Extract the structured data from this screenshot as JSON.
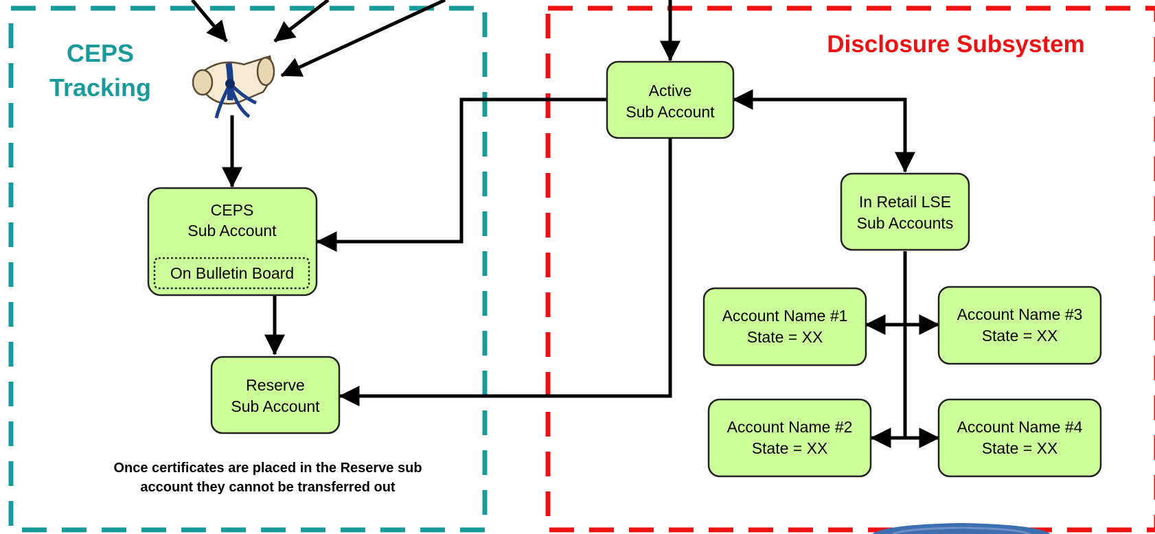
{
  "regions": {
    "ceps_tracking": {
      "title_line1": "CEPS",
      "title_line2": "Tracking",
      "color": "#1a9b9b"
    },
    "disclosure": {
      "title": "Disclosure Subsystem",
      "color": "#ee1111"
    }
  },
  "nodes": {
    "active": {
      "line1": "Active",
      "line2": "Sub Account"
    },
    "ceps": {
      "line1": "CEPS",
      "line2": "Sub Account",
      "badge": "On Bulletin Board"
    },
    "reserve": {
      "line1": "Reserve",
      "line2": "Sub Account"
    },
    "retail": {
      "line1": "In Retail LSE",
      "line2": "Sub Accounts"
    },
    "acct1": {
      "line1": "Account Name #1",
      "line2": "State = XX"
    },
    "acct2": {
      "line1": "Account Name #2",
      "line2": "State = XX"
    },
    "acct3": {
      "line1": "Account Name #3",
      "line2": "State = XX"
    },
    "acct4": {
      "line1": "Account Name #4",
      "line2": "State = XX"
    }
  },
  "note": {
    "line1": "Once certificates are placed in the Reserve sub",
    "line2": "account they cannot be transferred out"
  },
  "icons": {
    "certificate": "certificate-scroll-icon"
  },
  "colors": {
    "node_fill": "#ccff99",
    "node_stroke": "#222222",
    "arrow": "#000000"
  }
}
